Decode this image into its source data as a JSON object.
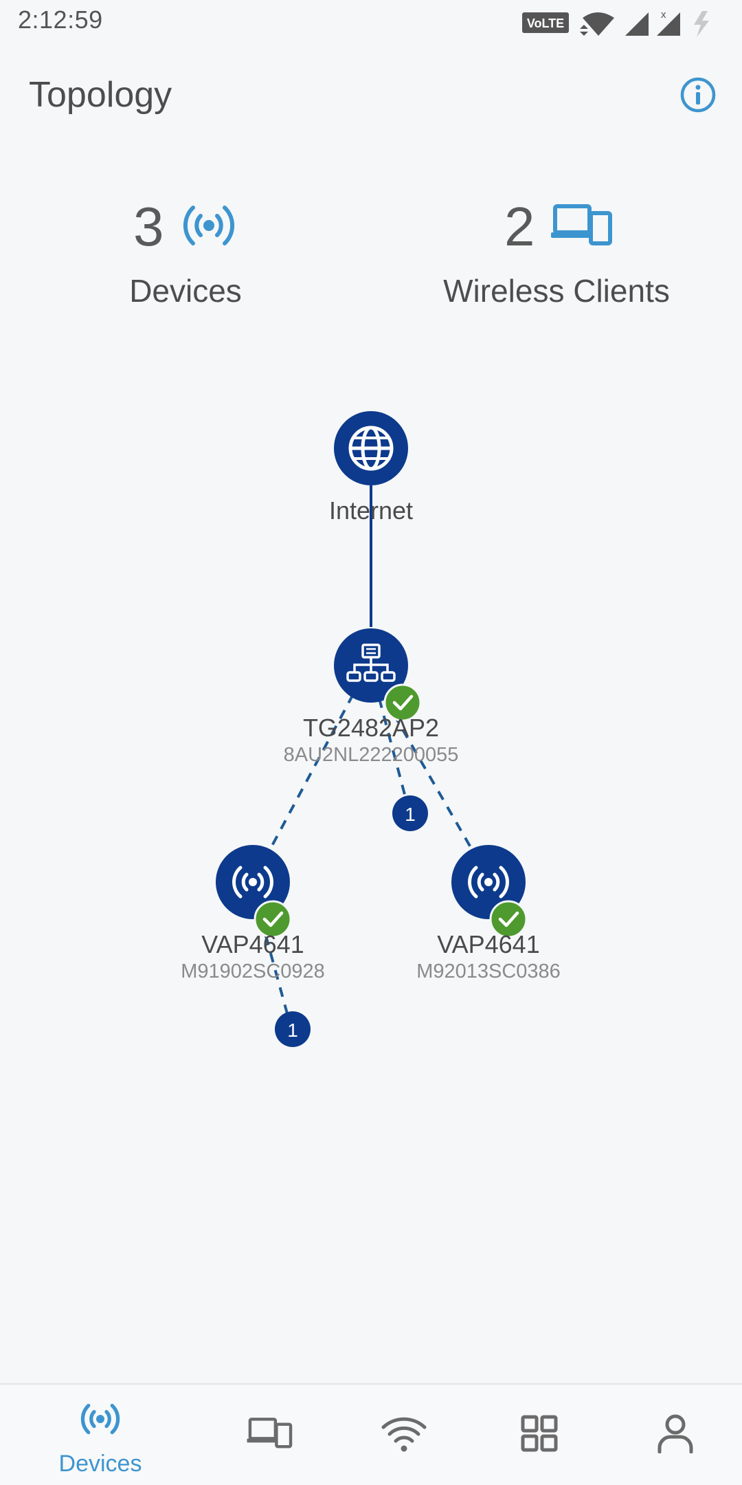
{
  "status_bar": {
    "time": "2:12:59",
    "volte_label": "VoLTE"
  },
  "header": {
    "title": "Topology"
  },
  "stats": {
    "devices": {
      "count": "3",
      "label": "Devices"
    },
    "wireless_clients": {
      "count": "2",
      "label": "Wireless Clients"
    }
  },
  "topology": {
    "internet": {
      "label": "Internet"
    },
    "gateway": {
      "name": "TG2482AP2",
      "serial": "8AU2NL222200055",
      "status": "online",
      "client_count": "1"
    },
    "extenders": [
      {
        "name": "VAP4641",
        "serial": "M91902SC0928",
        "status": "online",
        "client_count": "1"
      },
      {
        "name": "VAP4641",
        "serial": "M92013SC0386",
        "status": "online"
      }
    ]
  },
  "bottom_nav": {
    "items": [
      {
        "label": "Devices",
        "icon": "broadcast-icon",
        "active": true
      },
      {
        "label": "",
        "icon": "devices-icon",
        "active": false
      },
      {
        "label": "",
        "icon": "wifi-icon",
        "active": false
      },
      {
        "label": "",
        "icon": "grid-icon",
        "active": false
      },
      {
        "label": "",
        "icon": "user-icon",
        "active": false
      }
    ]
  },
  "colors": {
    "accent": "#3d95cf",
    "node": "#0d3a8c",
    "ok": "#4e9a2e",
    "background": "#f5f7f8"
  }
}
